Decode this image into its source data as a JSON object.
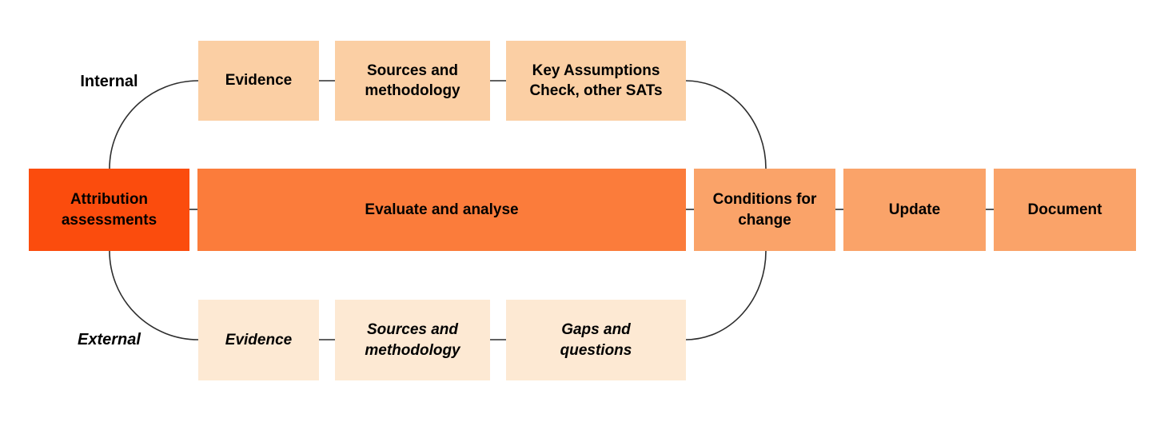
{
  "diagram": {
    "line_color": "#2d2d2d",
    "row_labels": {
      "internal": "Internal",
      "external": "External"
    },
    "nodes": {
      "attribution": {
        "label": "Attribution assessments",
        "color": "#FB4C0D"
      },
      "evaluate": {
        "label": "Evaluate and analyse",
        "color": "#FB7C3B"
      },
      "conditions": {
        "label": "Conditions for change",
        "color": "#FAA369"
      },
      "update": {
        "label": "Update",
        "color": "#FAA369"
      },
      "document": {
        "label": "Document",
        "color": "#FAA369"
      },
      "internal_evidence": {
        "label": "Evidence",
        "color": "#FBCFA4"
      },
      "internal_sources": {
        "label": "Sources and methodology",
        "color": "#FBCFA4"
      },
      "internal_key_assumptions": {
        "label": "Key Assumptions Check, other SATs",
        "color": "#FBCFA4"
      },
      "external_evidence": {
        "label": "Evidence",
        "color": "#FDE9D3"
      },
      "external_sources": {
        "label": "Sources and methodology",
        "color": "#FDE9D3"
      },
      "external_gaps": {
        "label": "Gaps and questions",
        "color": "#FDE9D3"
      }
    }
  }
}
